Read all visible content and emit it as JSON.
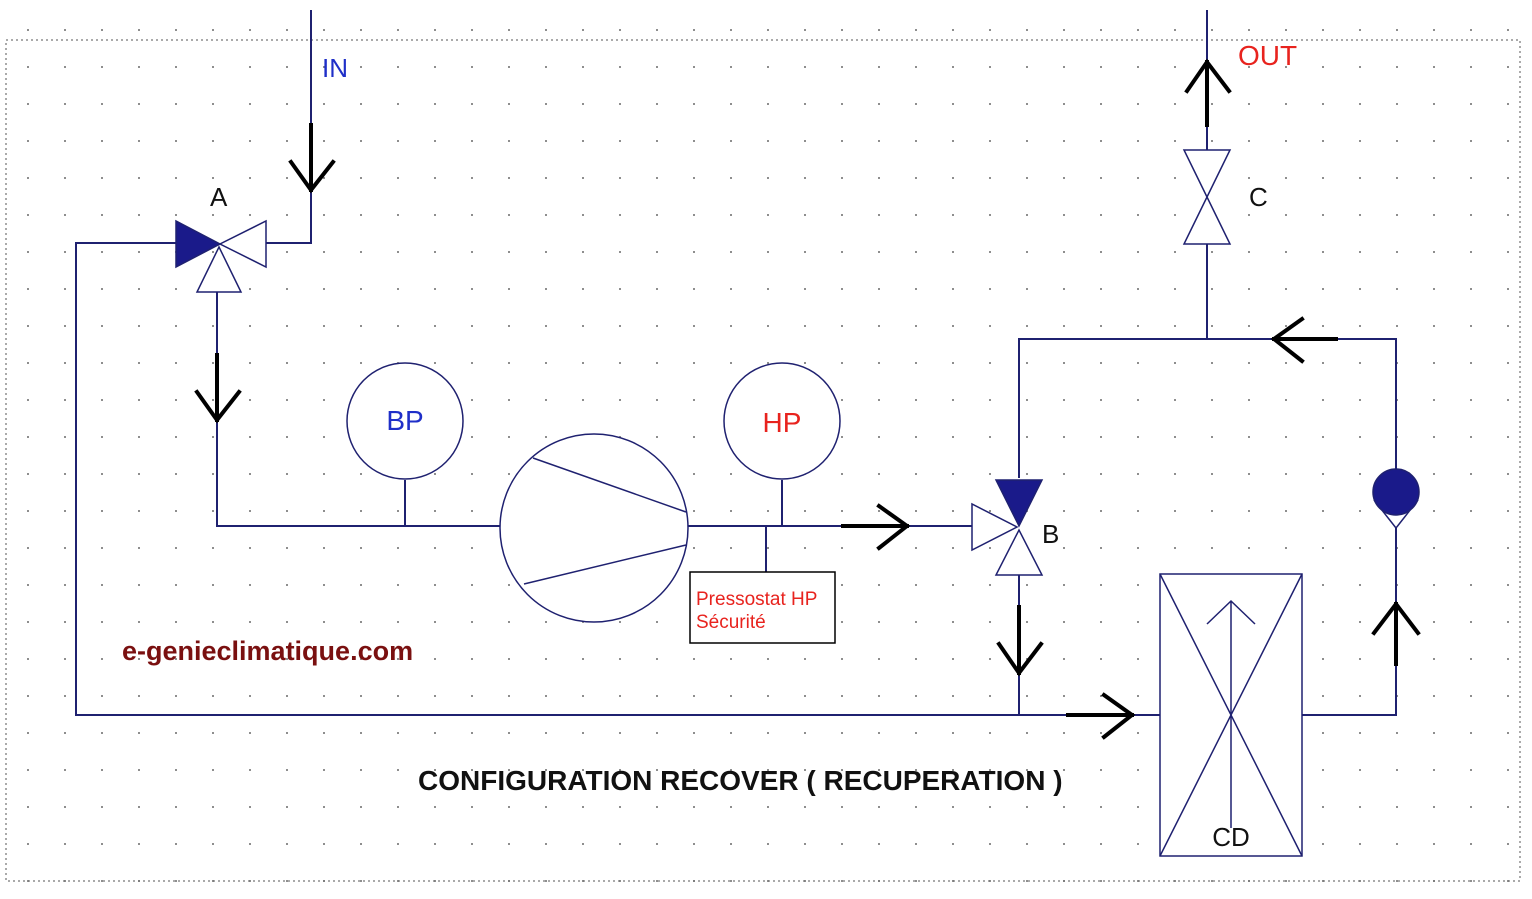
{
  "labels": {
    "in": "IN",
    "out": "OUT",
    "valve_a": "A",
    "valve_b": "B",
    "valve_c": "C",
    "bp": "BP",
    "hp": "HP",
    "pressostat_line1": "Pressostat HP",
    "pressostat_line2": "Sécurité",
    "website": "e-genieclimatique.com",
    "title": "CONFIGURATION RECOVER ( RECUPERATION )",
    "condenser": "CD"
  },
  "colors": {
    "line": "#1f2170",
    "in_text": "#1f2fc8",
    "out_text": "#e8231e",
    "bp_text": "#1f2fc8",
    "hp_text": "#e8231e",
    "pressostat_text": "#e8231e",
    "website_text": "#7a1010",
    "title_text": "#111111",
    "valve_fill": "#1a1a8a",
    "grid_dot": "#6a6a6a"
  }
}
